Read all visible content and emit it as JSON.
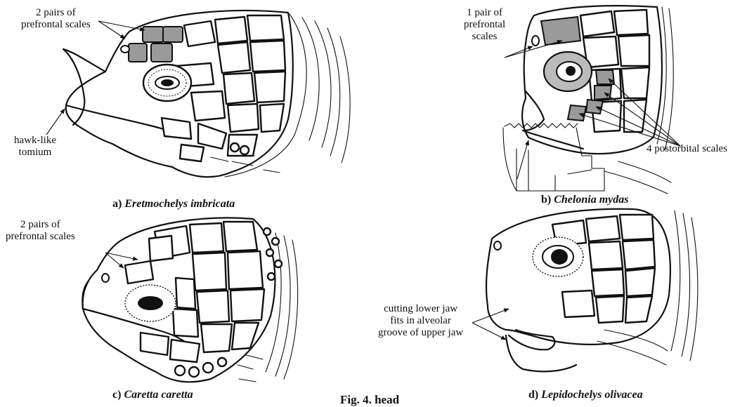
{
  "figure": {
    "caption": "Fig. 4. head",
    "panels": [
      {
        "letter": "a)",
        "species": "Eretmochelys imbricata",
        "labels": {
          "prefrontal": "2 pairs of prefrontal scales",
          "prefrontal_l1": "2 pairs of",
          "prefrontal_l2": "prefrontal scales",
          "tomium_l1": "hawk-like",
          "tomium_l2": "tomium"
        }
      },
      {
        "letter": "b)",
        "species": "Chelonia mydas",
        "labels": {
          "prefrontal_l1": "1 pair of",
          "prefrontal_l2": "prefrontal",
          "prefrontal_l3": "scales",
          "postorbital": "4 postorbital scales"
        }
      },
      {
        "letter": "c)",
        "species": "Caretta caretta",
        "labels": {
          "prefrontal_l1": "2 pairs of",
          "prefrontal_l2": "prefrontal scales"
        }
      },
      {
        "letter": "d)",
        "species": "Lepidochelys olivacea",
        "labels": {
          "jaw_l1": "cutting lower jaw",
          "jaw_l2": "fits in alveolar",
          "jaw_l3": "groove of upper jaw"
        }
      }
    ]
  }
}
